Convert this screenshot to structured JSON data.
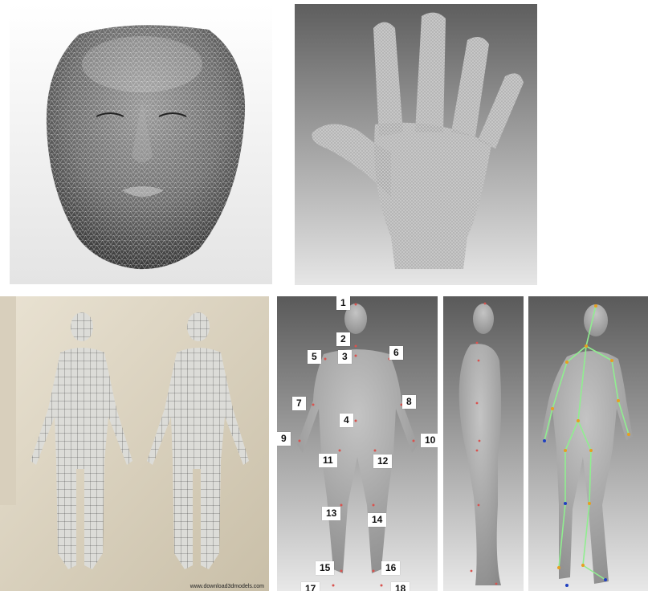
{
  "panels": {
    "face": {
      "caption": ""
    },
    "hand": {
      "caption": ""
    },
    "body_mesh": {
      "credit": "www.download3dmodels.com"
    },
    "body_landmarks": {
      "labels": [
        "1",
        "2",
        "3",
        "4",
        "5",
        "6",
        "7",
        "8",
        "9",
        "10",
        "11",
        "12",
        "13",
        "14",
        "15",
        "16",
        "17",
        "18"
      ]
    }
  },
  "colors": {
    "mesh_dark": "#4a4a4a",
    "mesh_light": "#d9d9d9",
    "skeleton_green": "#90ee90",
    "landmark_red": "#d9534f",
    "joint_blue": "#2040c0",
    "joint_orange": "#e6a020"
  }
}
